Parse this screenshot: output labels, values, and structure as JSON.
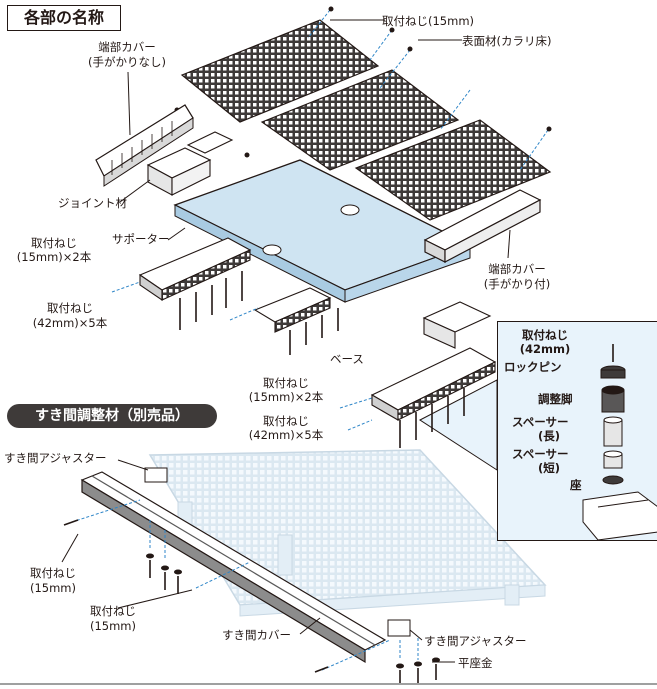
{
  "headings": {
    "parts": "各部の名称",
    "adjuster": "すき間調整材（別売品）"
  },
  "labels": {
    "screw_15_top": "取付ねじ(15mm)",
    "surface": "表面材(カラリ床)",
    "end_cover_plain_1": "端部カバー",
    "end_cover_plain_2": "(手がかりなし)",
    "joint": "ジョイント材",
    "supporter": "サポーター",
    "screw_15x2_a_1": "取付ねじ",
    "screw_15x2_a_2": "(15mm)×2本",
    "screw_42x5_a_1": "取付ねじ",
    "screw_42x5_a_2": "(42mm)×5本",
    "end_cover_grip_1": "端部カバー",
    "end_cover_grip_2": "(手がかり付)",
    "base": "ベース",
    "screw_15x2_b_1": "取付ねじ",
    "screw_15x2_b_2": "(15mm)×2本",
    "screw_42x5_b_1": "取付ねじ",
    "screw_42x5_b_2": "(42mm)×5本",
    "gap_adjuster_left": "すき間アジャスター",
    "screw_left_1": "取付ねじ",
    "screw_left_2": "(15mm)",
    "screw_mid_1": "取付ねじ",
    "screw_mid_2": "(15mm)",
    "gap_cover": "すき間カバー",
    "gap_adjuster_right": "すき間アジャスター",
    "flat_washer": "平座金"
  },
  "detail": {
    "screw_1": "取付ねじ",
    "screw_2": "(42mm)",
    "lock_pin": "ロックピン",
    "adjust_leg": "調整脚",
    "spacer_long_1": "スペーサー",
    "spacer_long_2": "(長)",
    "spacer_short_1": "スペーサー",
    "spacer_short_2": "(短)",
    "seat": "座"
  },
  "colors": {
    "line": "#231815",
    "grate": "#3e3a39",
    "panel_blue": "#cfe4f2",
    "zoom_bg": "#e8f3fb",
    "dash_blue": "#2f86c8"
  }
}
